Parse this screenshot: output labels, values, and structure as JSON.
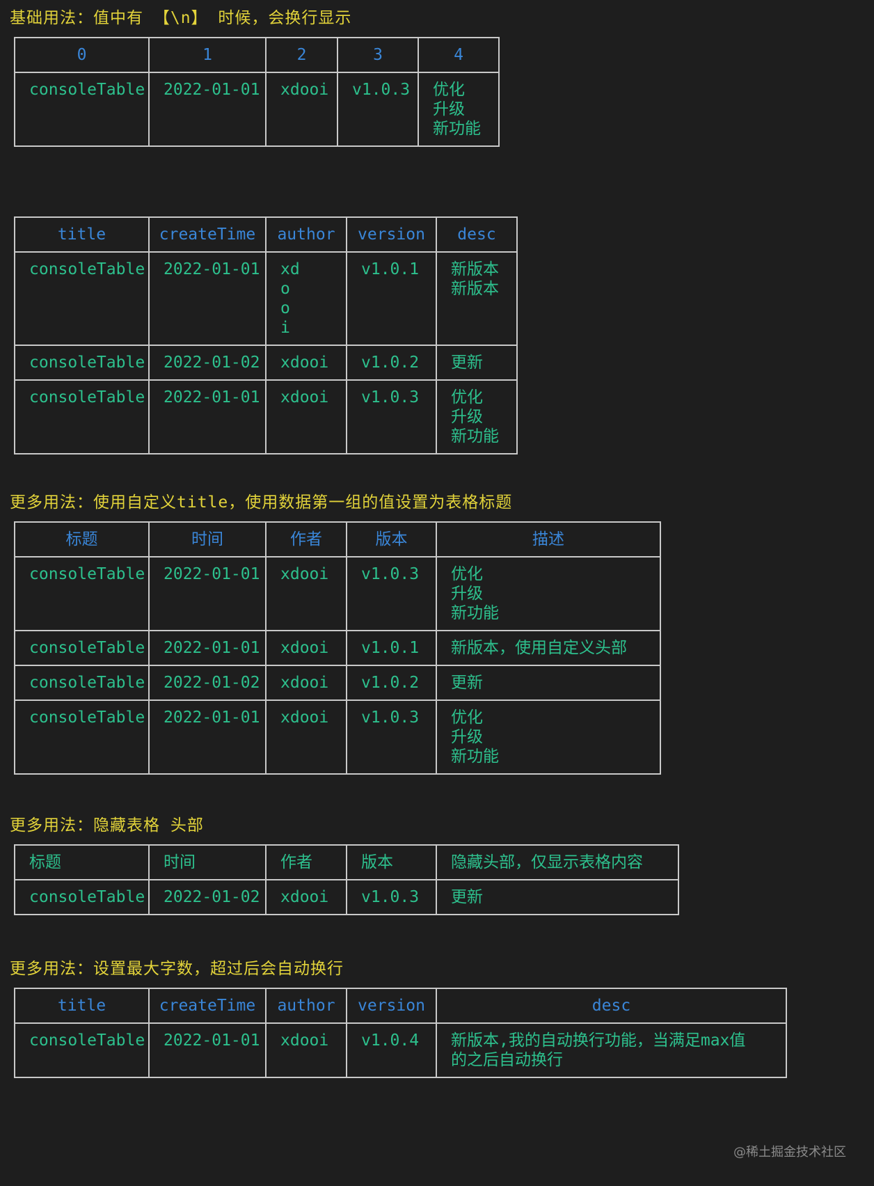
{
  "sections": {
    "basic": {
      "heading": "基础用法：值中有 【\\n】 时候，会换行显示",
      "table1": {
        "headers": [
          "0",
          "1",
          "2",
          "3",
          "4"
        ],
        "rows": [
          [
            "consoleTable",
            "2022-01-01",
            "xdooi",
            "v1.0.3",
            "优化\n升级\n新功能"
          ]
        ]
      },
      "table2": {
        "headers": [
          "title",
          "createTime",
          "author",
          "version",
          "desc"
        ],
        "rows": [
          [
            "consoleTable",
            "2022-01-01",
            "xd\no\no\ni",
            "v1.0.1",
            "新版本\n新版本"
          ],
          [
            "consoleTable",
            "2022-01-02",
            "xdooi",
            "v1.0.2",
            "更新"
          ],
          [
            "consoleTable",
            "2022-01-01",
            "xdooi",
            "v1.0.3",
            "优化\n升级\n新功能"
          ]
        ]
      }
    },
    "custom_title": {
      "heading": "更多用法：使用自定义title，使用数据第一组的值设置为表格标题",
      "headers": [
        "标题",
        "时间",
        "作者",
        "版本",
        "描述"
      ],
      "rows": [
        [
          "consoleTable",
          "2022-01-01",
          "xdooi",
          "v1.0.3",
          "优化\n升级\n新功能"
        ],
        [
          "consoleTable",
          "2022-01-01",
          "xdooi",
          "v1.0.1",
          "新版本，使用自定义头部"
        ],
        [
          "consoleTable",
          "2022-01-02",
          "xdooi",
          "v1.0.2",
          "更新"
        ],
        [
          "consoleTable",
          "2022-01-01",
          "xdooi",
          "v1.0.3",
          "优化\n升级\n新功能"
        ]
      ]
    },
    "hide_header": {
      "heading": "更多用法：隐藏表格 头部",
      "rows": [
        [
          "标题",
          "时间",
          "作者",
          "版本",
          "隐藏头部，仅显示表格内容"
        ],
        [
          "consoleTable",
          "2022-01-02",
          "xdooi",
          "v1.0.3",
          "更新"
        ]
      ]
    },
    "max_width": {
      "heading": "更多用法：设置最大字数，超过后会自动换行",
      "headers": [
        "title",
        "createTime",
        "author",
        "version",
        "desc"
      ],
      "rows": [
        [
          "consoleTable",
          "2022-01-01",
          "xdooi",
          "v1.0.4",
          "新版本,我的自动换行功能，当满足max值\n的之后自动换行"
        ]
      ]
    }
  },
  "watermark": "@稀土掘金技术社区",
  "colors": {
    "background": "#1e1e1e",
    "heading": "#e2d33a",
    "header_cell": "#3a86d8",
    "body_cell": "#2dc08d",
    "border": "#c9c9c9"
  }
}
